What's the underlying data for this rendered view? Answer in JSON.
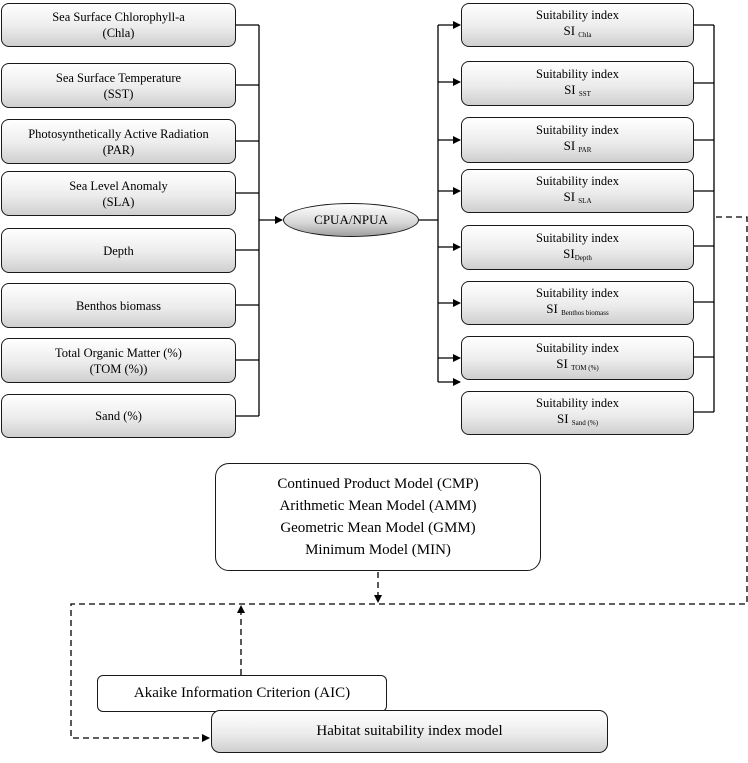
{
  "factors": [
    {
      "line1": "Sea Surface Chlorophyll-a",
      "line2": "(Chla)"
    },
    {
      "line1": "Sea Surface Temperature",
      "line2": "(SST)"
    },
    {
      "line1": "Photosynthetically Active Radiation",
      "line2": "(PAR)"
    },
    {
      "line1": "Sea Level Anomaly",
      "line2": "(SLA)"
    },
    {
      "line1": "Depth",
      "line2": ""
    },
    {
      "line1": "Benthos biomass",
      "line2": ""
    },
    {
      "line1": "Total Organic Matter (%)",
      "line2": "(TOM (%))"
    },
    {
      "line1": "Sand (%)",
      "line2": ""
    }
  ],
  "center_label": "CPUA/NPUA",
  "suitability": [
    {
      "title": "Suitability index",
      "prefix": "SI",
      "sub": "Chla"
    },
    {
      "title": "Suitability index",
      "prefix": "SI",
      "sub": "SST"
    },
    {
      "title": "Suitability index",
      "prefix": "SI",
      "sub": "PAR"
    },
    {
      "title": "Suitability index",
      "prefix": "SI",
      "sub": "SLA"
    },
    {
      "title": "Suitability index",
      "prefix": "SI",
      "sub": "Depth"
    },
    {
      "title": "Suitability index",
      "prefix": "SI",
      "sub": "Benthos biomass"
    },
    {
      "title": "Suitability index",
      "prefix": "SI",
      "sub": "TOM (%)"
    },
    {
      "title": "Suitability index",
      "prefix": "SI",
      "sub": "Sand (%)"
    }
  ],
  "models": [
    "Continued Product Model (CMP)",
    "Arithmetic Mean Model (AMM)",
    "Geometric Mean Model (GMM)",
    "Minimum Model (MIN)"
  ],
  "aic_label": "Akaike Information Criterion (AIC)",
  "hsi_label": "Habitat suitability index model"
}
